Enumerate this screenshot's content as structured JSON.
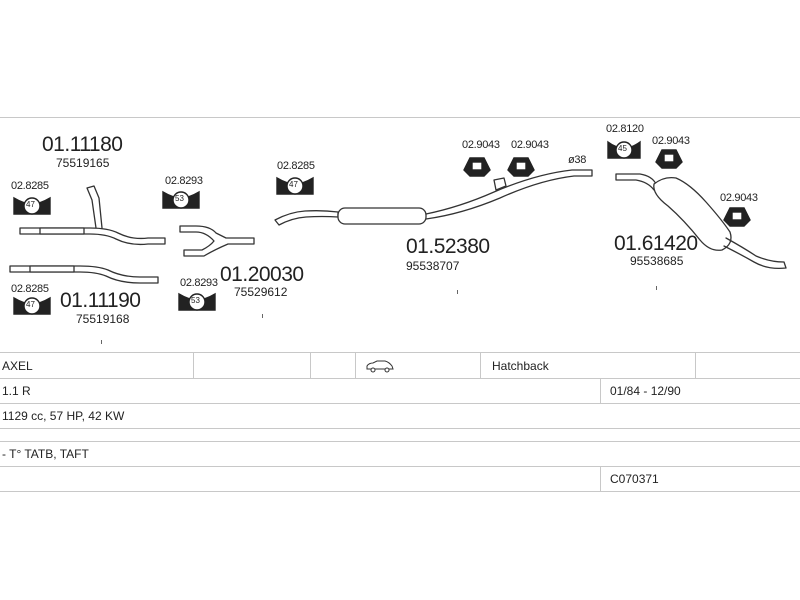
{
  "parts": {
    "front_pipe_upper": {
      "number": "01.11180",
      "ref": "75519165"
    },
    "front_pipe_lower": {
      "number": "01.11190",
      "ref": "75519168"
    },
    "y_pipe": {
      "number": "01.20030",
      "ref": "75529612"
    },
    "middle_silencer": {
      "number": "01.52380",
      "ref": "95538707"
    },
    "rear_silencer": {
      "number": "01.61420",
      "ref": "95538685"
    }
  },
  "clamps": {
    "c_upper_left": "02.8285",
    "c_lower_left": "02.8285",
    "c_y_upper": "02.8293",
    "c_y_lower": "02.8293",
    "c_mid": "02.8285",
    "c_hanger_1": "02.9043",
    "c_hanger_2": "02.9043",
    "c_rear_clamp": "02.8120",
    "c_rear_hanger_1": "02.9043",
    "c_rear_hanger_2": "02.9043"
  },
  "badges": {
    "clamp_47": "47",
    "clamp_53": "53",
    "clamp_45": "45"
  },
  "diameter_label": "ø38",
  "spec": {
    "make": "AXEL",
    "body_type": "Hatchback",
    "engine_name": "1.1 R",
    "period": "01/84 - 12/90",
    "engine_spec": "1129 cc, 57 HP, 42 KW",
    "note": "- T° TATB, TAFT",
    "catalog_code": "C070371"
  },
  "colors": {
    "line": "#333333",
    "fill": "#ffffff",
    "grid": "#c8c8c8"
  }
}
